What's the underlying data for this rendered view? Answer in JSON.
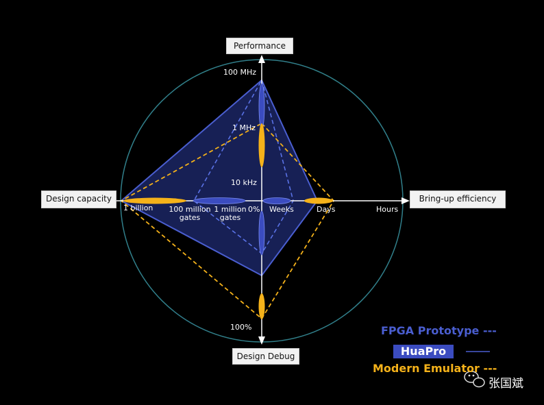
{
  "axes": {
    "performance": "Performance",
    "bringup": "Bring-up efficiency",
    "capacity": "Design capacity",
    "debug": "Design Debug"
  },
  "ticks": {
    "perf_100mhz": "100 MHz",
    "perf_1mhz": "1 MHz",
    "perf_10khz": "10 kHz",
    "bring_weeks": "Weeks",
    "bring_days": "Days",
    "bring_hours": "Hours",
    "cap_1billion": "1 billion",
    "cap_100million": "100 million gates",
    "cap_1million": "1 million gates",
    "debug_0": "0%",
    "debug_100": "100%"
  },
  "legend": {
    "fpga": "FPGA Prototype ---",
    "huapro": "HuaPro",
    "emulator": "Modern Emulator ---"
  },
  "watermark": "张国斌",
  "colors": {
    "fpga": "#4a5ed0",
    "huapro": "#3b4cc0",
    "emulator": "#f5b21a",
    "circle": "#2e8f7a",
    "axis": "#ffffff"
  }
}
